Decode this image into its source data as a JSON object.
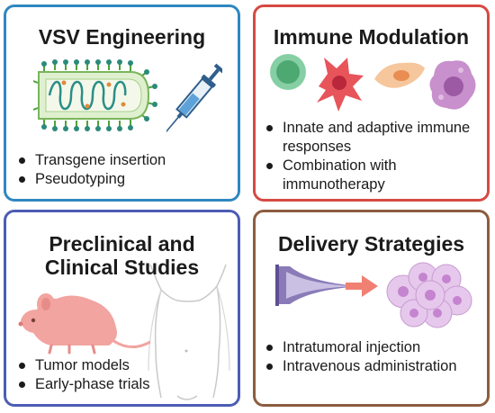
{
  "panels": [
    {
      "title": "VSV Engineering",
      "bullets": [
        "Transgene insertion",
        "Pseudotyping"
      ]
    },
    {
      "title": "Immune Modulation",
      "bullets": [
        "Innate and adaptive immune responses",
        "Combination with immunotherapy"
      ]
    },
    {
      "title": "Preclinical and Clinical Studies",
      "bullets": [
        "Tumor models",
        "Early-phase trials"
      ]
    },
    {
      "title": "Delivery Strategies",
      "bullets": [
        "Intratumoral injection",
        "Intravenous administration"
      ]
    }
  ],
  "colors": {
    "panel1_border": "#2f87c0",
    "panel2_border": "#d54a42",
    "panel3_border": "#4b5db5",
    "panel4_border": "#8c5d3f"
  },
  "icons": [
    "virus-icon",
    "syringe-icon",
    "t-cell-icon",
    "dendritic-cell-icon",
    "fibroblast-icon",
    "macrophage-icon",
    "mouse-icon",
    "human-body-icon",
    "needle-icon",
    "arrow-icon",
    "tumor-icon"
  ]
}
